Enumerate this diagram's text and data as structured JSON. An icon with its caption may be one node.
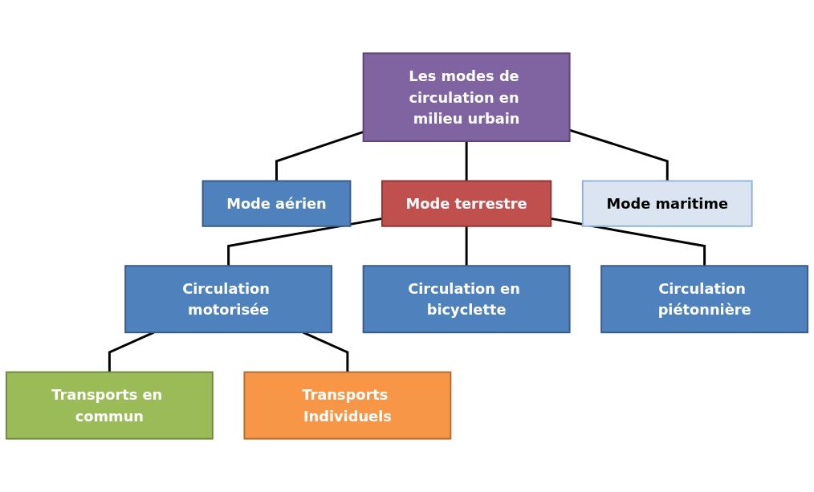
{
  "diagram": {
    "nodes": [
      {
        "text": [
          "Les modes de circulation en milieu urbain"
        ]
      },
      {
        "text": [
          "Mode aérien"
        ]
      },
      {
        "text": [
          "Mode terrestre"
        ]
      },
      {
        "text": [
          "Mode maritime"
        ]
      },
      {
        "text": [
          "Circulation motorisée"
        ]
      },
      {
        "text": [
          "Circulation en bicyclette"
        ]
      },
      {
        "text": [
          "Circulation piétonnière"
        ]
      },
      {
        "text": [
          "Transports en commun"
        ]
      },
      {
        "text": [
          "Transports Individuels"
        ]
      }
    ],
    "edges": [
      {
        "from": 0,
        "to": 1,
        "arrow": "none"
      },
      {
        "from": 0,
        "to": 2,
        "arrow": "none"
      },
      {
        "from": 0,
        "to": 3,
        "arrow": "none"
      },
      {
        "from": 2,
        "to": 4,
        "arrow": "none"
      },
      {
        "from": 2,
        "to": 5,
        "arrow": "none"
      },
      {
        "from": 2,
        "to": 6,
        "arrow": "none"
      },
      {
        "from": 4,
        "to": 7,
        "arrow": "none"
      },
      {
        "from": 4,
        "to": 8,
        "arrow": "none"
      }
    ]
  }
}
